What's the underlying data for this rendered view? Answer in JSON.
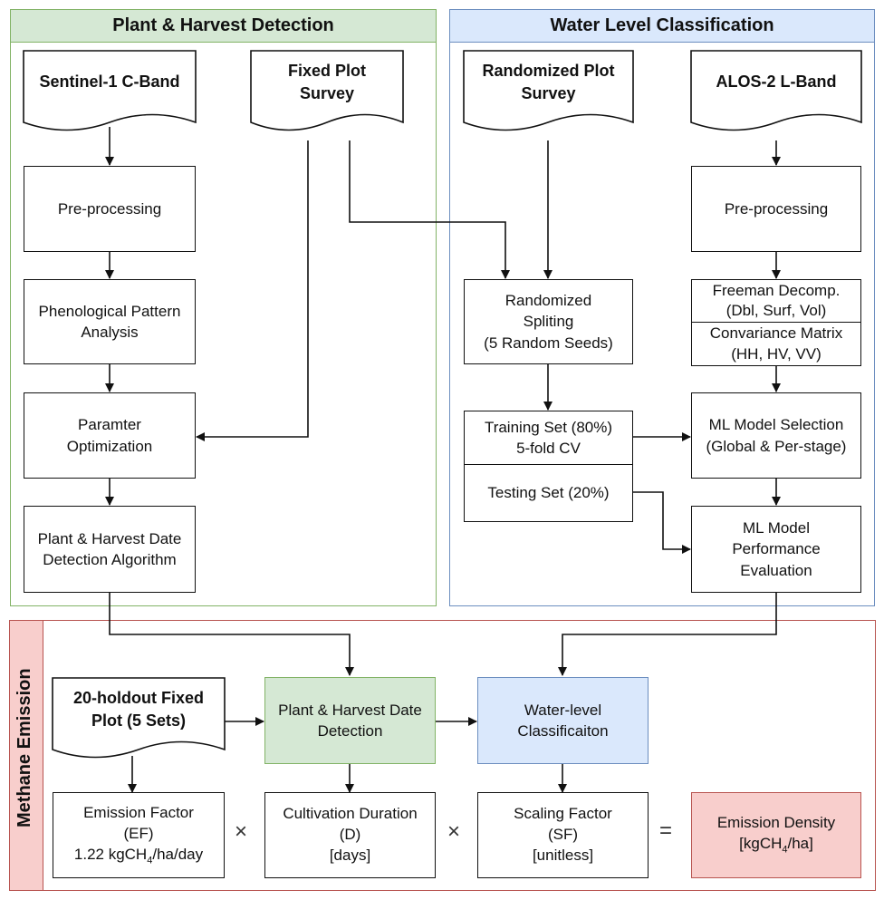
{
  "sections": {
    "plant": "Plant & Harvest Detection",
    "water": "Water Level Classification",
    "methane": "Methane Emission"
  },
  "docs": {
    "sentinel": "Sentinel-1 C-Band",
    "fixed_plot_1": "Fixed Plot",
    "fixed_plot_2": "Survey",
    "rand_plot_1": "Randomized Plot",
    "rand_plot_2": "Survey",
    "alos": "ALOS-2 L-Band",
    "holdout_1": "20-holdout Fixed",
    "holdout_2": "Plot (5 Sets)"
  },
  "boxes": {
    "preproc_left": "Pre-processing",
    "phen_1": "Phenological Pattern",
    "phen_2": "Analysis",
    "param_1": "Paramter",
    "param_2": "Optimization",
    "phd_alg_1": "Plant & Harvest Date",
    "phd_alg_2": "Detection Algorithm",
    "rand_split_1": "Randomized",
    "rand_split_2": "Spliting",
    "rand_split_3": "(5 Random Seeds)",
    "train_1": "Training Set (80%)",
    "train_2": "5-fold CV",
    "test": "Testing Set (20%)",
    "preproc_right": "Pre-processing",
    "freeman_1": "Freeman Decomp.",
    "freeman_2": "(Dbl, Surf, Vol)",
    "cov_1": "Convariance Matrix",
    "cov_2": "(HH, HV, VV)",
    "ml_sel_1": "ML Model Selection",
    "ml_sel_2": "(Global & Per-stage)",
    "ml_perf_1": "ML Model",
    "ml_perf_2": "Performance",
    "ml_perf_3": "Evaluation",
    "phd_1": "Plant & Harvest Date",
    "phd_2": "Detection",
    "wl_1": "Water-level",
    "wl_2": "Classificaiton",
    "ef_1": "Emission Factor",
    "ef_2": "(EF)",
    "ef_3a": "1.22 kgCH",
    "ef_3sub": "4",
    "ef_3b": "/ha/day",
    "cd_1": "Cultivation Duration",
    "cd_2": "(D)",
    "cd_3": "[days]",
    "sf_1": "Scaling Factor",
    "sf_2": "(SF)",
    "sf_3": "[unitless]",
    "ed_1": "Emission Density",
    "ed_2a": "[kgCH",
    "ed_2sub": "4",
    "ed_2b": "/ha]"
  },
  "operators": {
    "times1": "×",
    "times2": "×",
    "equals": "="
  },
  "colors": {
    "green_fill": "#d5e8d4",
    "green_border": "#82b366",
    "blue_fill": "#dae8fc",
    "blue_border": "#6c8ebf",
    "red_fill": "#f8cecc",
    "red_border": "#b85450"
  }
}
